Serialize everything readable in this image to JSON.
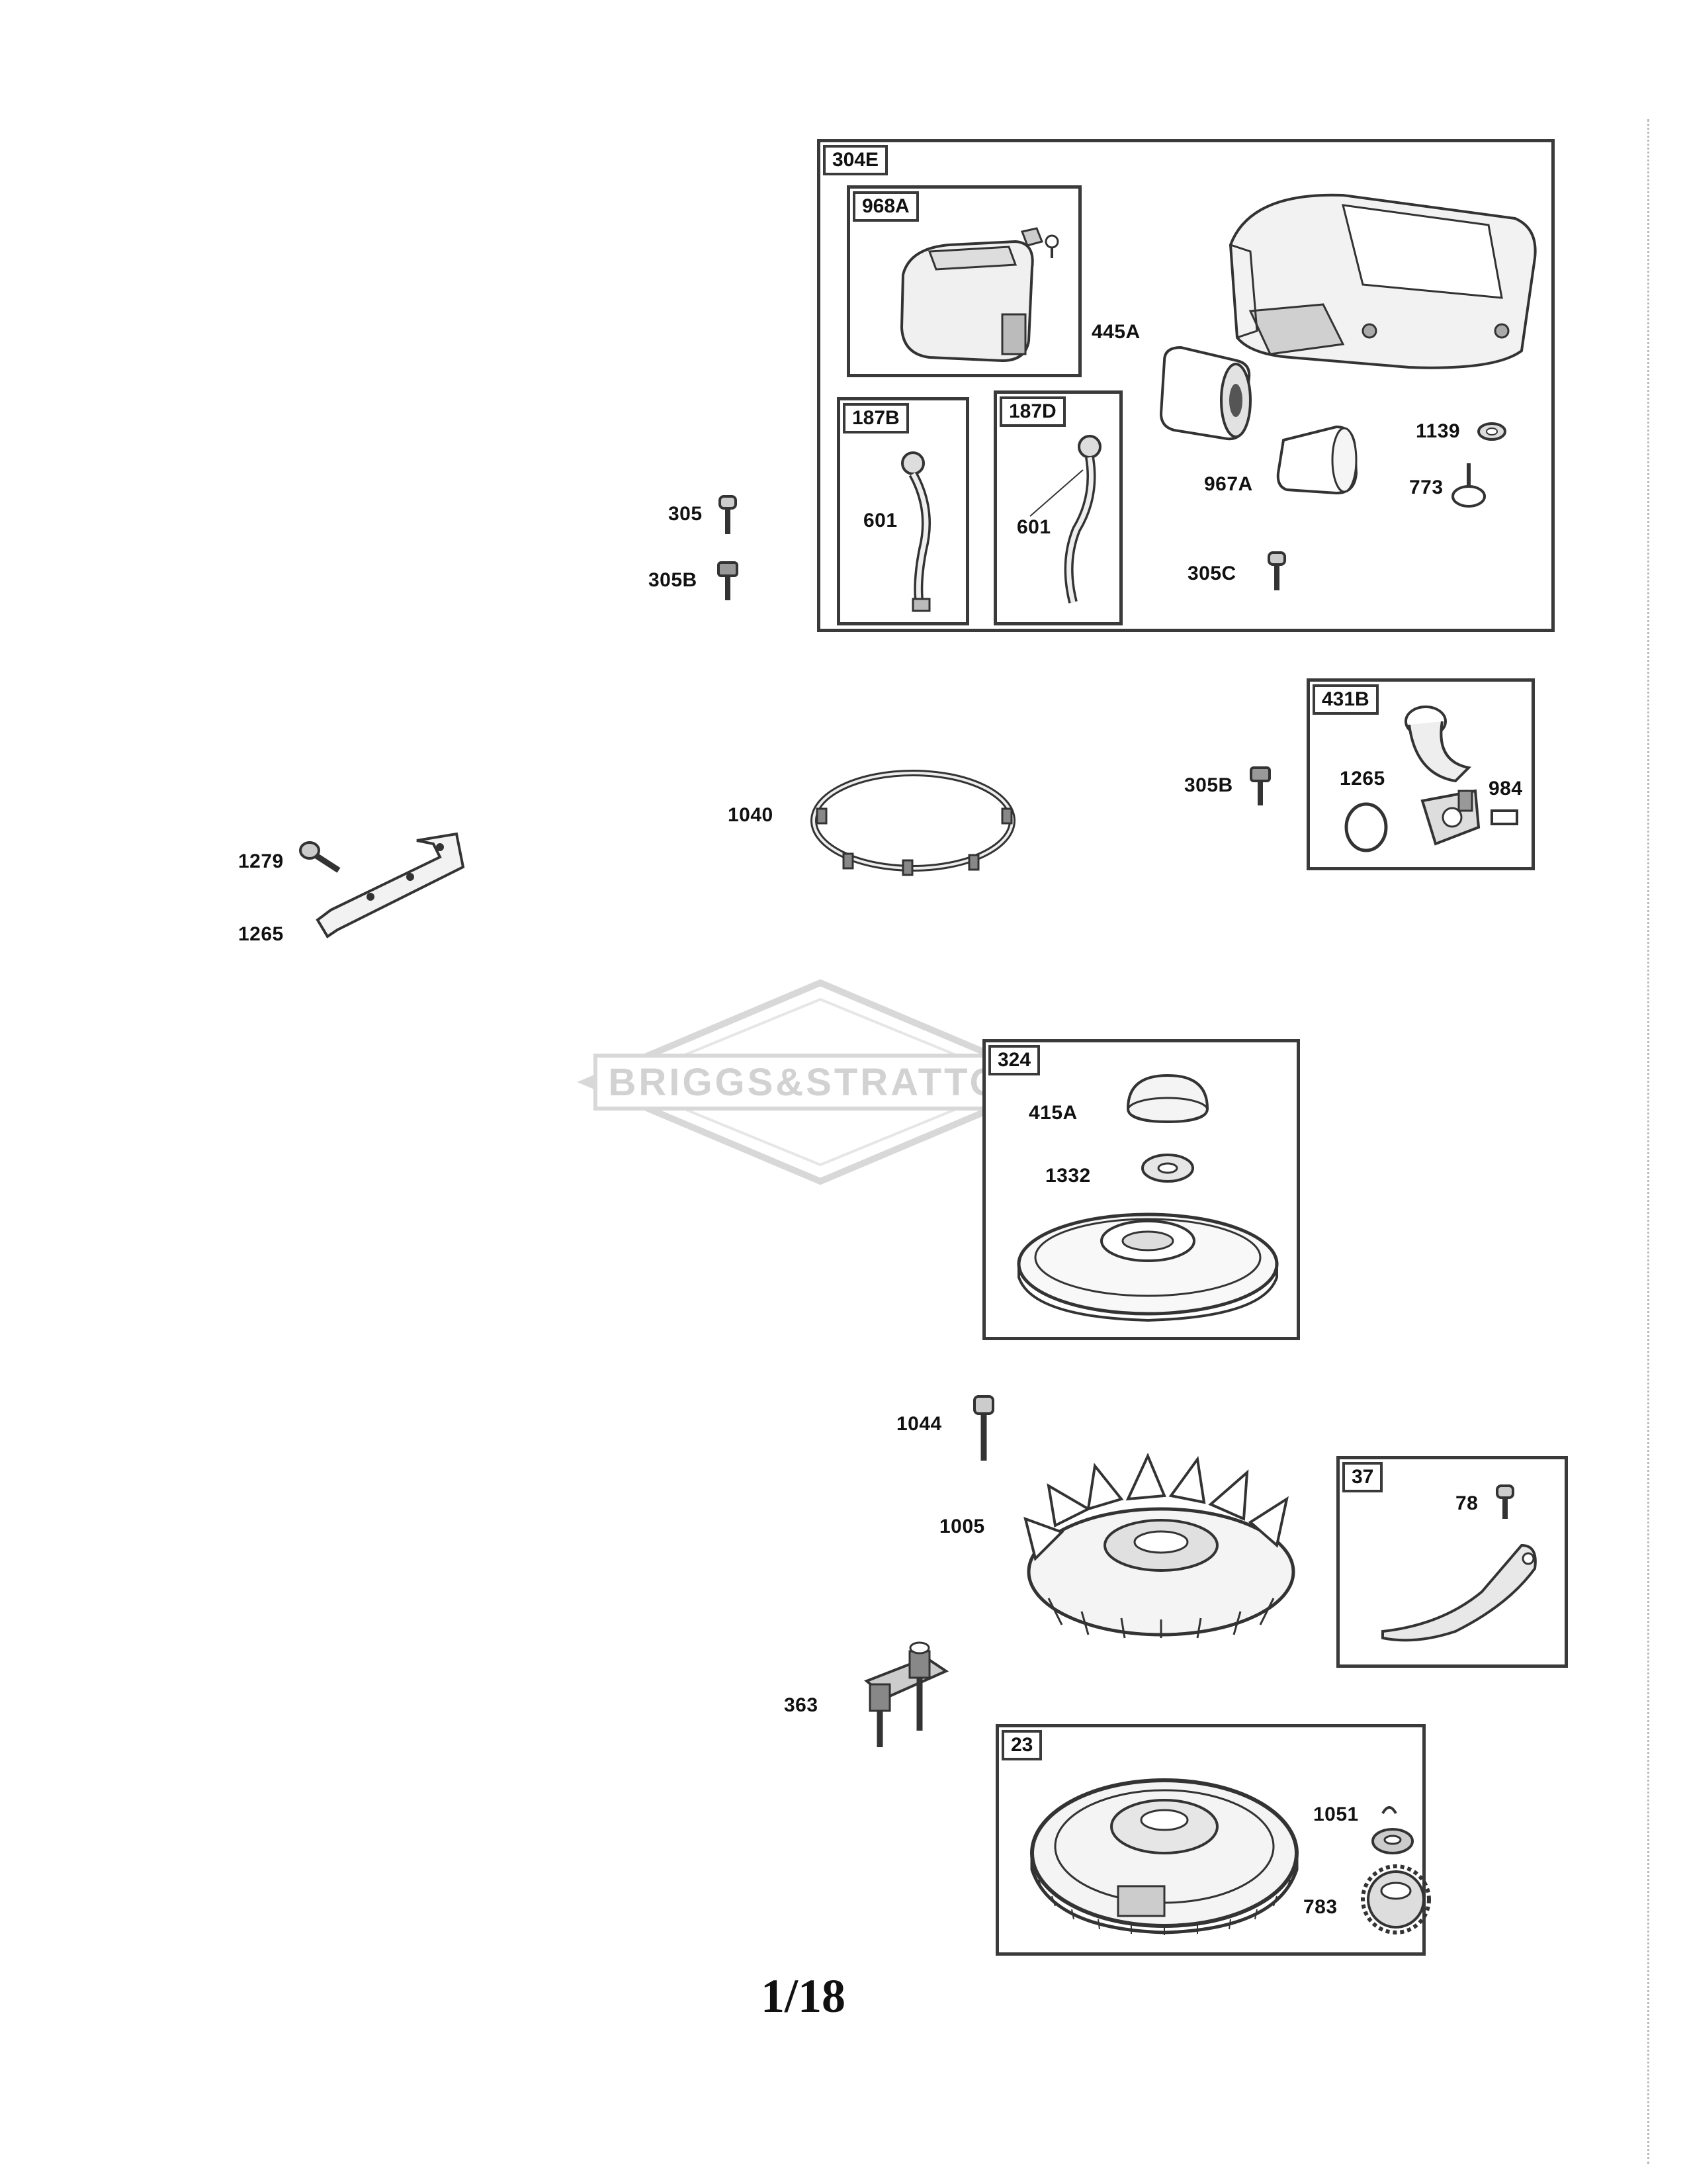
{
  "page_number": "1/18",
  "watermark": {
    "text": "BRIGGS&STRATTON"
  },
  "groups": [
    {
      "id": "304E",
      "items": [
        "968A",
        "445A",
        "187B",
        "187D",
        "601",
        "601",
        "1139",
        "967A",
        "773",
        "305C"
      ]
    },
    {
      "id": "431B",
      "items": [
        "1265",
        "984"
      ]
    },
    {
      "id": "324",
      "items": [
        "415A",
        "1332"
      ]
    },
    {
      "id": "37",
      "items": [
        "78"
      ]
    },
    {
      "id": "23",
      "items": [
        "1051",
        "783"
      ]
    }
  ],
  "labels": {
    "p305": "305",
    "p305B_a": "305B",
    "p305B_b": "305B",
    "p1040": "1040",
    "p1279": "1279",
    "p1265": "1265",
    "p1044": "1044",
    "p1005": "1005",
    "p363": "363"
  },
  "colors": {
    "line": "#3a3a3a",
    "shade": "#e6e6e6",
    "watermark": "#d2d2d2"
  }
}
